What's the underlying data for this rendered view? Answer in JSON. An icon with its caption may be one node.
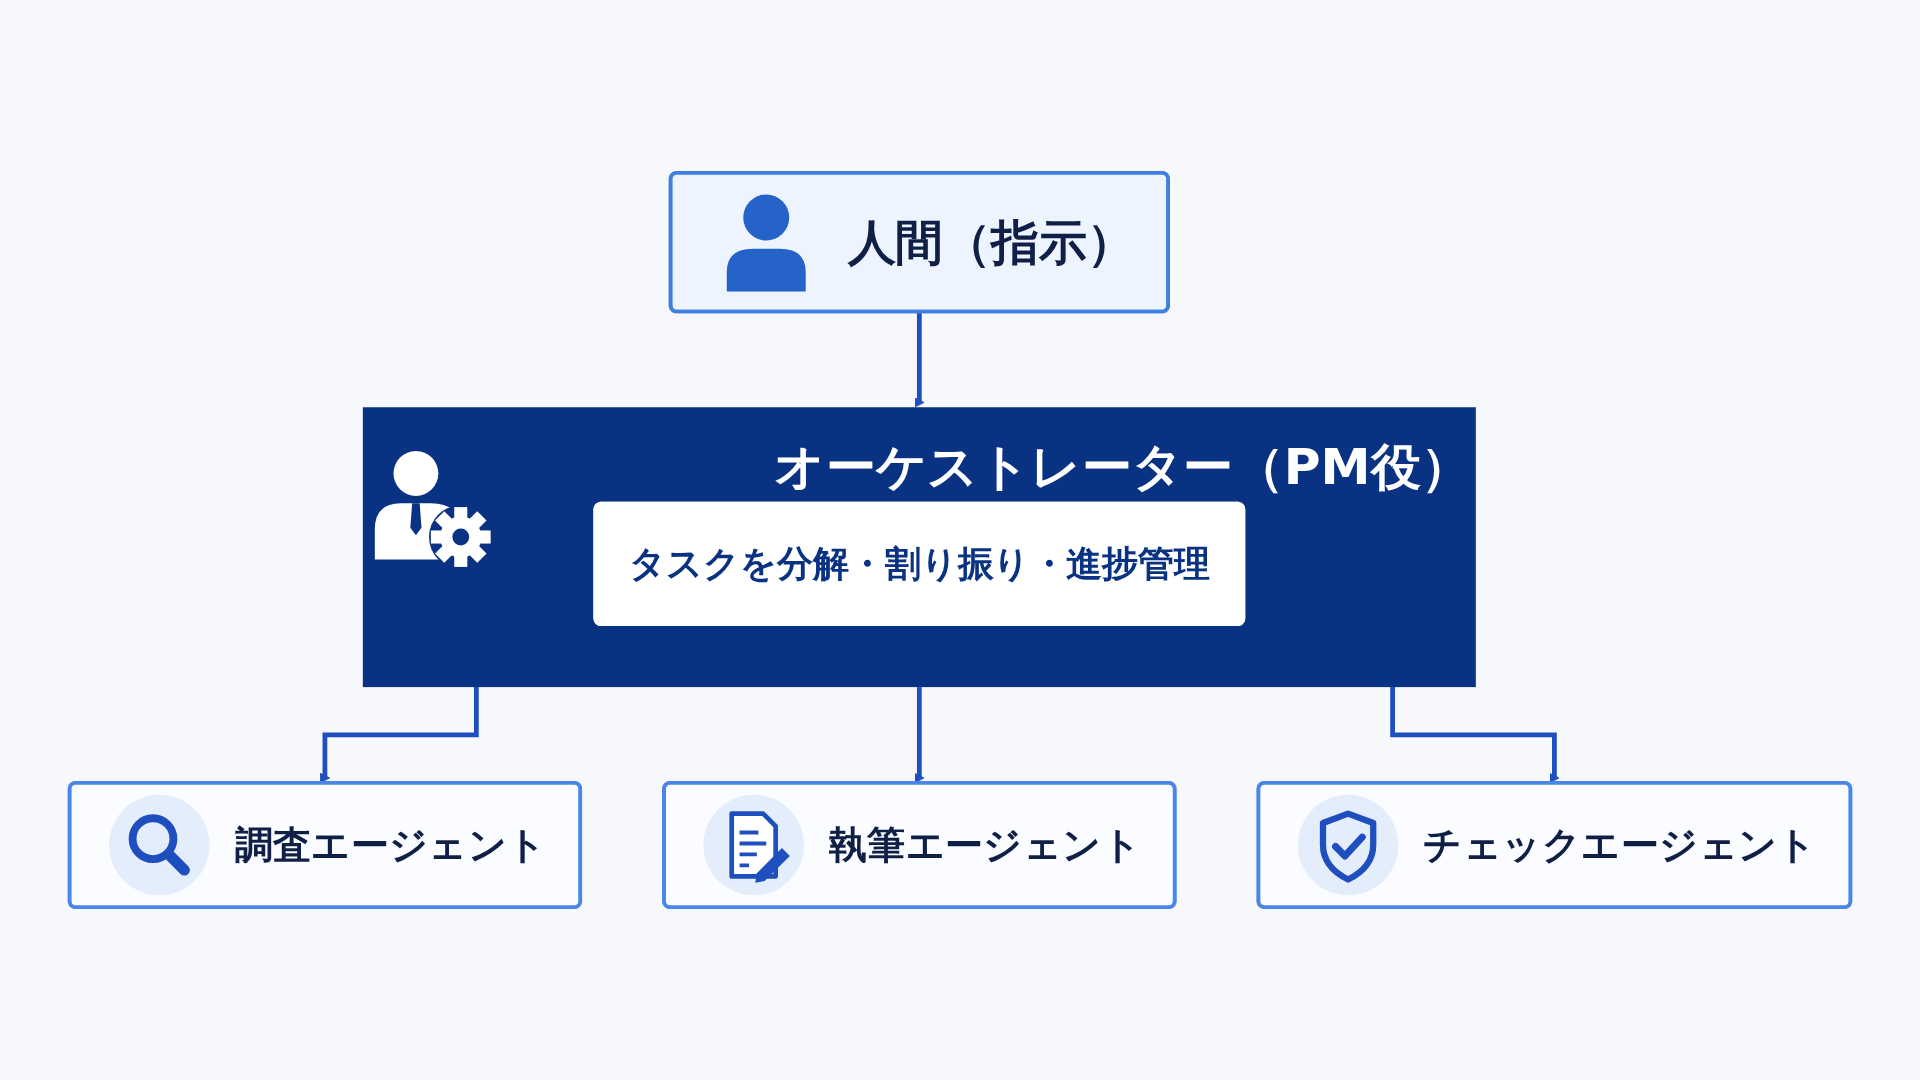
{
  "diagram": {
    "nodes": [
      {
        "text": [
          "人間（指示）"
        ]
      },
      {
        "text": [
          "オーケストレーター（PM役）"
        ]
      },
      {
        "text": [
          "タスクを分解・割り振り・進捗管理"
        ],
        "in": 1
      },
      {
        "text": [
          "調査エージェント"
        ]
      },
      {
        "text": [
          "執筆エージェント"
        ]
      },
      {
        "text": [
          "チェックエージェント"
        ]
      }
    ],
    "edges": [
      {
        "from": 0,
        "to": 1,
        "arrow": "to"
      },
      {
        "from": 1,
        "to": 3,
        "arrow": "to"
      },
      {
        "from": 1,
        "to": 4,
        "arrow": "to"
      },
      {
        "from": 1,
        "to": 5,
        "arrow": "to"
      }
    ]
  }
}
